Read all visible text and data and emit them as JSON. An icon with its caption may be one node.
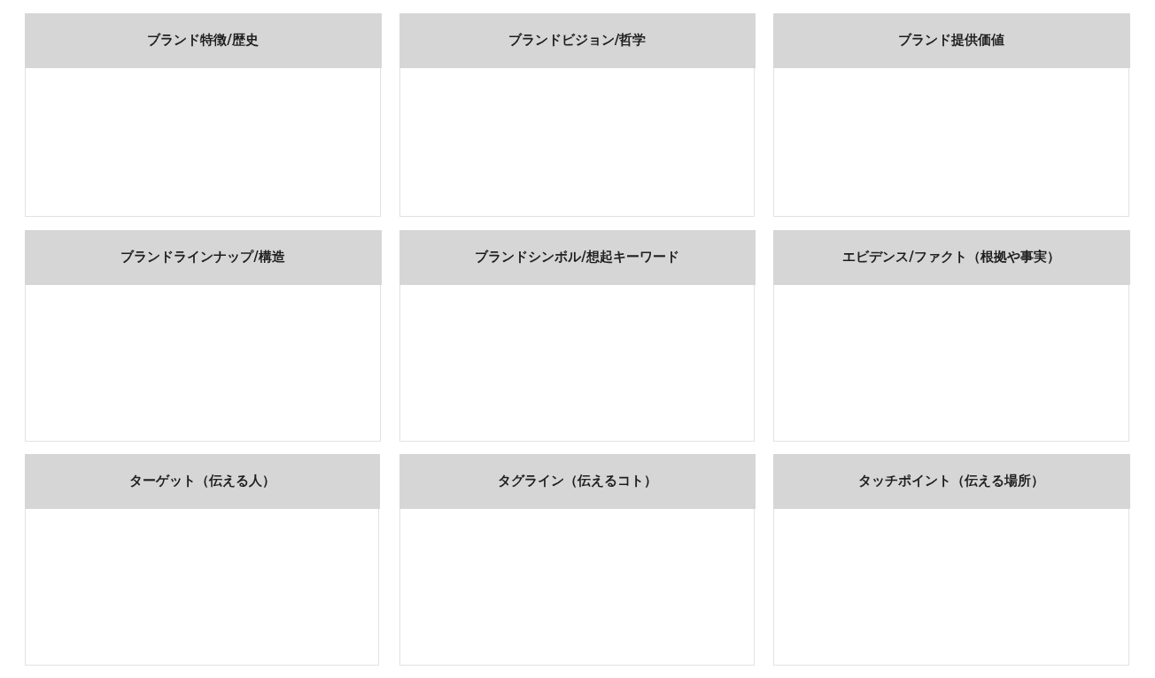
{
  "diagram": {
    "nodes": [
      {
        "text": [
          "ブランド特徴/歴史"
        ]
      },
      {
        "text": [
          "ブランドビジョン/哲学"
        ]
      },
      {
        "text": [
          "ブランド提供価値"
        ]
      },
      {
        "text": [
          "ブランドラインナップ/構造"
        ]
      },
      {
        "text": [
          "ブランドシンボル/想起キーワード"
        ]
      },
      {
        "text": [
          "エビデンス/ファクト（根拠や事実）"
        ]
      },
      {
        "text": [
          "ターゲット（伝える人）"
        ]
      },
      {
        "text": [
          "タグライン（伝えるコト）"
        ]
      },
      {
        "text": [
          "タッチポイント（伝える場所）"
        ]
      }
    ],
    "edges": []
  }
}
